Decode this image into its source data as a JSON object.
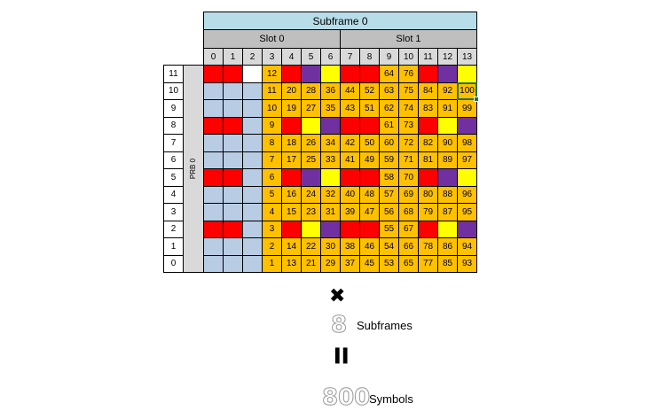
{
  "header": {
    "subframe_label": "Subframe 0",
    "slots": [
      "Slot 0",
      "Slot 1"
    ],
    "symbols": [
      "0",
      "1",
      "2",
      "3",
      "4",
      "5",
      "6",
      "7",
      "8",
      "9",
      "10",
      "11",
      "12",
      "13"
    ]
  },
  "prb_label": "PRB 0",
  "rows": [
    "11",
    "10",
    "9",
    "8",
    "7",
    "6",
    "5",
    "4",
    "3",
    "2",
    "1",
    "0"
  ],
  "colors": {
    "R": "#ff0000",
    "B": "#b8cce4",
    "O": "#ffc000",
    "P": "#7030a0",
    "Y": "#ffff00",
    "W": "#ffffff"
  },
  "grid": [
    [
      "R",
      "R",
      "W",
      "O",
      "R",
      "P",
      "Y",
      "R",
      "R",
      "O",
      "O",
      "R",
      "P",
      "Y"
    ],
    [
      "B",
      "B",
      "B",
      "O",
      "O",
      "O",
      "O",
      "O",
      "O",
      "O",
      "O",
      "O",
      "O",
      "O"
    ],
    [
      "B",
      "B",
      "B",
      "O",
      "O",
      "O",
      "O",
      "O",
      "O",
      "O",
      "O",
      "O",
      "O",
      "O"
    ],
    [
      "R",
      "R",
      "B",
      "O",
      "R",
      "Y",
      "P",
      "R",
      "R",
      "O",
      "O",
      "R",
      "Y",
      "P"
    ],
    [
      "B",
      "B",
      "B",
      "O",
      "O",
      "O",
      "O",
      "O",
      "O",
      "O",
      "O",
      "O",
      "O",
      "O"
    ],
    [
      "B",
      "B",
      "B",
      "O",
      "O",
      "O",
      "O",
      "O",
      "O",
      "O",
      "O",
      "O",
      "O",
      "O"
    ],
    [
      "R",
      "R",
      "B",
      "O",
      "R",
      "P",
      "Y",
      "R",
      "R",
      "O",
      "O",
      "R",
      "P",
      "Y"
    ],
    [
      "B",
      "B",
      "B",
      "O",
      "O",
      "O",
      "O",
      "O",
      "O",
      "O",
      "O",
      "O",
      "O",
      "O"
    ],
    [
      "B",
      "B",
      "B",
      "O",
      "O",
      "O",
      "O",
      "O",
      "O",
      "O",
      "O",
      "O",
      "O",
      "O"
    ],
    [
      "R",
      "R",
      "B",
      "O",
      "R",
      "Y",
      "P",
      "R",
      "R",
      "O",
      "O",
      "R",
      "Y",
      "P"
    ],
    [
      "B",
      "B",
      "B",
      "O",
      "O",
      "O",
      "O",
      "O",
      "O",
      "O",
      "O",
      "O",
      "O",
      "O"
    ],
    [
      "B",
      "B",
      "B",
      "O",
      "O",
      "O",
      "O",
      "O",
      "O",
      "O",
      "O",
      "O",
      "O",
      "O"
    ]
  ],
  "values": [
    [
      "",
      "",
      "",
      "12",
      "",
      "",
      "",
      "",
      "",
      "64",
      "76",
      "",
      "",
      ""
    ],
    [
      "",
      "",
      "",
      "11",
      "20",
      "28",
      "36",
      "44",
      "52",
      "63",
      "75",
      "84",
      "92",
      "100"
    ],
    [
      "",
      "",
      "",
      "10",
      "19",
      "27",
      "35",
      "43",
      "51",
      "62",
      "74",
      "83",
      "91",
      "99"
    ],
    [
      "",
      "",
      "",
      "9",
      "",
      "",
      "",
      "",
      "",
      "61",
      "73",
      "",
      "",
      ""
    ],
    [
      "",
      "",
      "",
      "8",
      "18",
      "26",
      "34",
      "42",
      "50",
      "60",
      "72",
      "82",
      "90",
      "98"
    ],
    [
      "",
      "",
      "",
      "7",
      "17",
      "25",
      "33",
      "41",
      "49",
      "59",
      "71",
      "81",
      "89",
      "97"
    ],
    [
      "",
      "",
      "",
      "6",
      "",
      "",
      "",
      "",
      "",
      "58",
      "70",
      "",
      "",
      ""
    ],
    [
      "",
      "",
      "",
      "5",
      "16",
      "24",
      "32",
      "40",
      "48",
      "57",
      "69",
      "80",
      "88",
      "96"
    ],
    [
      "",
      "",
      "",
      "4",
      "15",
      "23",
      "31",
      "39",
      "47",
      "56",
      "68",
      "79",
      "87",
      "95"
    ],
    [
      "",
      "",
      "",
      "3",
      "",
      "",
      "",
      "",
      "",
      "55",
      "67",
      "",
      "",
      ""
    ],
    [
      "",
      "",
      "",
      "2",
      "14",
      "22",
      "30",
      "38",
      "46",
      "54",
      "66",
      "78",
      "86",
      "94"
    ],
    [
      "",
      "",
      "",
      "1",
      "13",
      "21",
      "29",
      "37",
      "45",
      "53",
      "65",
      "77",
      "85",
      "93"
    ]
  ],
  "selected_cell": {
    "row": 1,
    "col": 13,
    "color": "#217346"
  },
  "bottom": {
    "multiply_symbol": "✖",
    "factor": "8",
    "factor_label": "Subframes",
    "equals_symbol": "❚❚",
    "result": "800",
    "result_label": "Symbols"
  }
}
